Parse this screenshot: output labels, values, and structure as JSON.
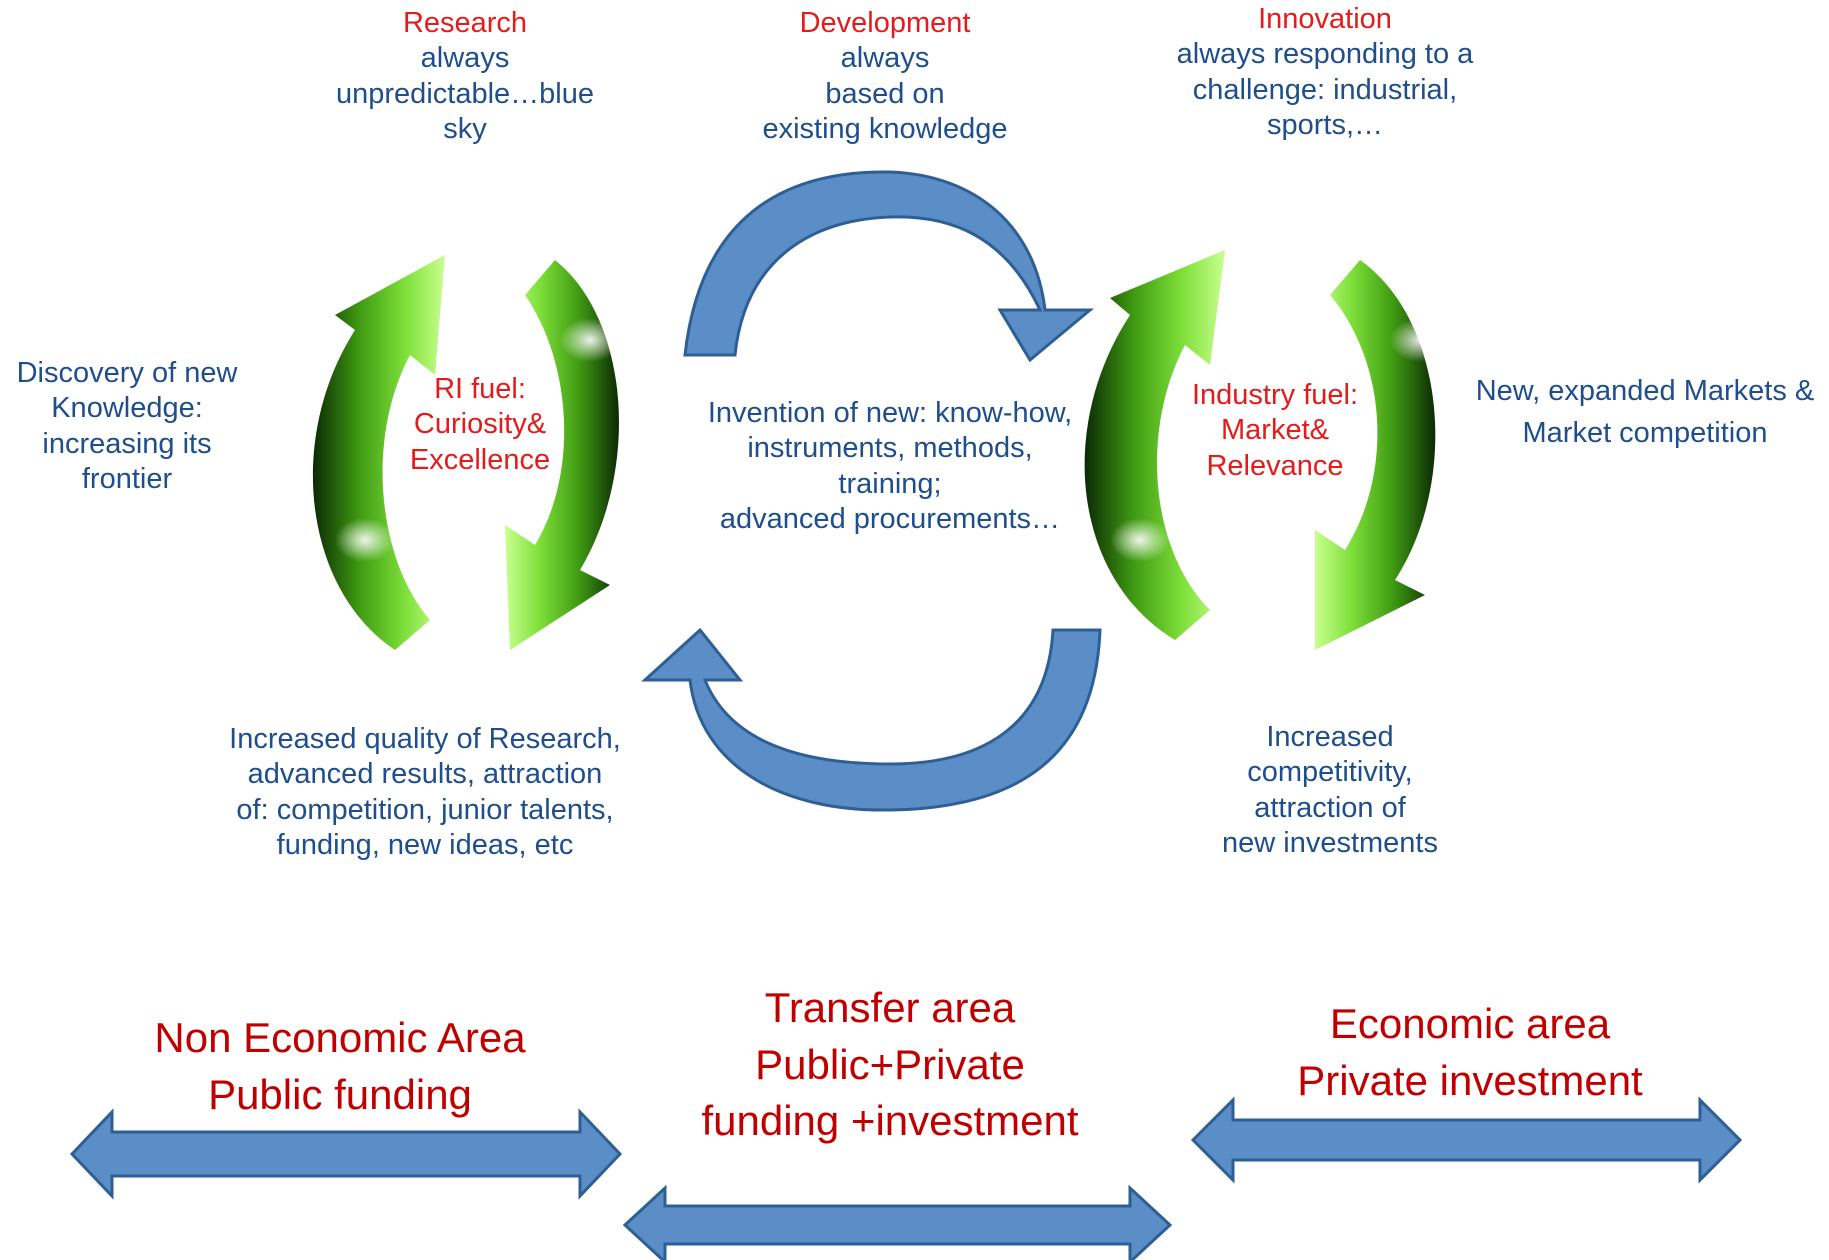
{
  "stages": {
    "research": {
      "title": "Research",
      "lines": [
        "always",
        "unpredictable…blue",
        "sky"
      ]
    },
    "development": {
      "title": "Development",
      "lines": [
        "always",
        "based on",
        "existing knowledge"
      ]
    },
    "innovation": {
      "title": "Innovation",
      "lines": [
        "always responding to a",
        "challenge: industrial,",
        "sports,…"
      ]
    }
  },
  "left_cycle": {
    "fuel": [
      "RI fuel:",
      "Curiosity&",
      "Excellence"
    ],
    "outer_left": [
      "Discovery of new",
      "Knowledge:",
      "increasing its",
      "frontier"
    ],
    "outer_bottom": [
      "Increased quality of Research,",
      "advanced results, attraction",
      "of: competition, junior talents,",
      "funding, new ideas, etc"
    ]
  },
  "middle": {
    "invention": [
      "Invention of new: know-how,",
      "instruments, methods,",
      "training;",
      "advanced procurements…"
    ]
  },
  "right_cycle": {
    "fuel": [
      "Industry fuel:",
      "Market&",
      "Relevance"
    ],
    "outer_right": [
      "New, expanded Markets &",
      "Market competition"
    ],
    "outer_bottom": [
      "Increased",
      "competitivity,",
      "attraction of",
      "new investments"
    ]
  },
  "areas": {
    "non_economic": [
      "Non Economic Area",
      "Public funding"
    ],
    "transfer": [
      "Transfer area",
      "Public+Private",
      "funding +investment"
    ],
    "economic": [
      "Economic area",
      "Private investment"
    ]
  },
  "colors": {
    "stage_title": "#e41b1b",
    "body_text": "#1f4e8c",
    "area_text": "#c00000",
    "arrow_blue": "#5b8ec7",
    "arrow_blue_edge": "#2e5f94",
    "cycle_green": "#5cbf1a"
  }
}
